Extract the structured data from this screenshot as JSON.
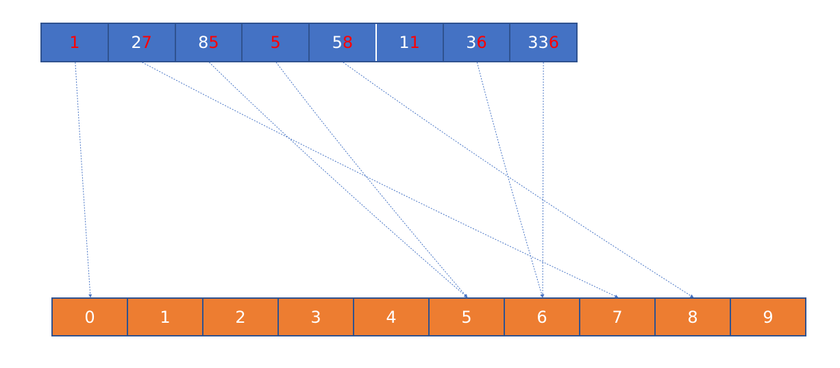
{
  "source_row": {
    "cells": [
      {
        "prefix": "",
        "last_digit": "1"
      },
      {
        "prefix": "2",
        "last_digit": "7"
      },
      {
        "prefix": "8",
        "last_digit": "5"
      },
      {
        "prefix": "",
        "last_digit": "5"
      },
      {
        "prefix": "5",
        "last_digit": "8"
      },
      {
        "prefix": "1",
        "last_digit": "1"
      },
      {
        "prefix": "3",
        "last_digit": "6"
      },
      {
        "prefix": "33",
        "last_digit": "6"
      }
    ]
  },
  "bucket_row": {
    "labels": [
      "0",
      "1",
      "2",
      "3",
      "4",
      "5",
      "6",
      "7",
      "8",
      "9"
    ]
  },
  "arrows": [
    {
      "from_cell": 0,
      "to_bucket": 0
    },
    {
      "from_cell": 1,
      "to_bucket": 7
    },
    {
      "from_cell": 2,
      "to_bucket": 5
    },
    {
      "from_cell": 3,
      "to_bucket": 5
    },
    {
      "from_cell": 4,
      "to_bucket": 8
    },
    {
      "from_cell": 6,
      "to_bucket": 6
    },
    {
      "from_cell": 7,
      "to_bucket": 6
    }
  ],
  "colors": {
    "source_fill": "#4472c4",
    "source_border": "#2f528f",
    "bucket_fill": "#ed7d31",
    "highlight_digit": "#ff0000",
    "arrow": "#4472c4"
  }
}
